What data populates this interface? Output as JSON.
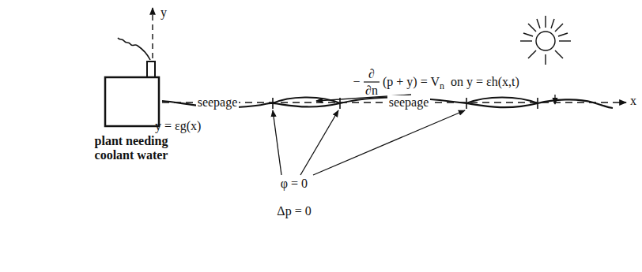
{
  "diagram": {
    "labels": [
      "y",
      "plant needing coolant water",
      "seepage",
      "y = εg(x)",
      "seepage",
      "−",
      "∂",
      "∂n",
      "(p + y) = V",
      "n",
      "on  y = εh(x,t)",
      "x",
      "φ = 0",
      "Δp = 0"
    ]
  }
}
